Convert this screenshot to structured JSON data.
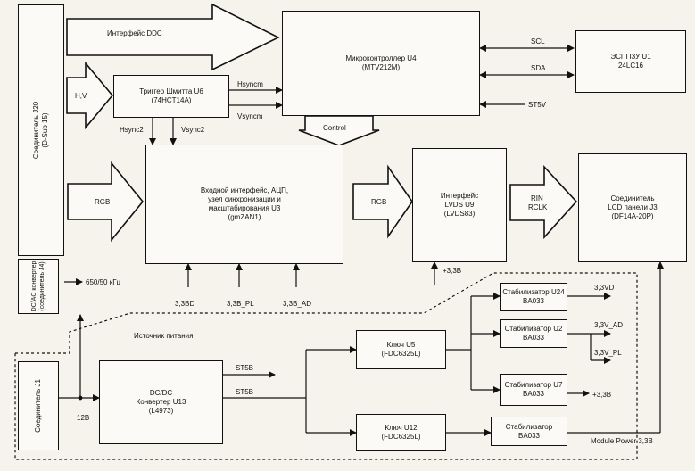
{
  "blocks": {
    "connector_j20": [
      "Соединитель J20",
      "(D-Sub 15)"
    ],
    "hv": "H,V",
    "schmitt": [
      "Триггер Шмитта U6",
      "(74HCT14A)"
    ],
    "mcu": [
      "Микроконтроллер U4",
      "(MTV212M)"
    ],
    "eeprom": [
      "ЭСППЗУ U1",
      "24LC16"
    ],
    "adc": [
      "Входной интерфейс, АЦП,",
      "узел синхронизации и",
      "масштабирования U3",
      "(gmZAN1)"
    ],
    "lvds": [
      "Интерфейс",
      "LVDS U9",
      "(LVDS83)"
    ],
    "lcd_conn": [
      "Соединитель",
      "LCD панели J3",
      "(DF14A-20P)"
    ],
    "dcac": [
      "DC/AC конвертер",
      "(соединитель J4)"
    ],
    "connector_j1": "Соединитель J1",
    "dcdc": [
      "DC/DC",
      "Конвертер U13",
      "(L4973)"
    ],
    "key_u5": [
      "Ключ U5",
      "(FDC6325L)"
    ],
    "key_u12": [
      "Ключ U12",
      "(FDC6325L)"
    ],
    "stab_u24": [
      "Стабилизатор U24",
      "BA033"
    ],
    "stab_u2": [
      "Стабилизатор U2",
      "BA033"
    ],
    "stab_u7": [
      "Стабилизатор U7",
      "BA033"
    ],
    "stab_last": [
      "Стабилизатор",
      "BA033"
    ]
  },
  "arrows": {
    "ddc": "Интерфейс DDC",
    "control": "Control",
    "rgb_in": "RGB",
    "rgb_mid": "RGB",
    "rin": "RIN",
    "rclk": "RCLK"
  },
  "labels": {
    "hsync_out": "Hsyncm",
    "vsync_out": "Vsyncm",
    "hsync2": "Hsync2",
    "vsync2": "Vsync2",
    "scl": "SCL",
    "sda": "SDA",
    "st5v": "ST5V",
    "freq": "650/50 кГц",
    "v33d": "3,3BD",
    "v33pl": "3,3B_PL",
    "v33ad": "3,3B_AD",
    "v33_lvds": "+3,3B",
    "power_source": "Источник питания",
    "st5b_1": "ST5B",
    "st5b_2": "ST5B",
    "v12": "12B",
    "v33vd": "3,3VD",
    "v33v_ad": "3,3V_AD",
    "v33v_pl": "3,3V_PL",
    "v33_u7": "+3,3B",
    "module_power": "Module Power 3,3B"
  }
}
